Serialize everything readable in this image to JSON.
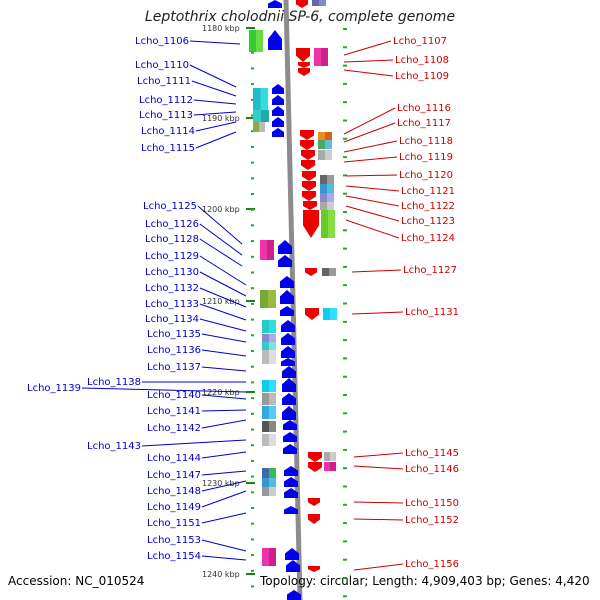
{
  "title": "Leptothrix cholodnii SP-6, complete genome",
  "footer": {
    "accession": "Accession: NC_010524",
    "topology": "Topology: circular; Length: 4,909,403 bp; Genes: 4,420"
  },
  "scale_labels": [
    "1180 kbp",
    "1190 kbp",
    "1200 kbp",
    "1210 kbp",
    "1220 kbp",
    "1230 kbp",
    "1240 kbp"
  ],
  "colors": {
    "forward_label": "#0000cc",
    "reverse_label": "#cc0000",
    "forward_arrow": "#0000ee",
    "reverse_arrow": "#ee0000",
    "backbone": "#8c8c8c"
  },
  "left_labels": [
    "Lcho_1106",
    "Lcho_1110",
    "Lcho_1111",
    "Lcho_1112",
    "Lcho_1113",
    "Lcho_1114",
    "Lcho_1115",
    "Lcho_1125",
    "Lcho_1126",
    "Lcho_1128",
    "Lcho_1129",
    "Lcho_1130",
    "Lcho_1132",
    "Lcho_1133",
    "Lcho_1134",
    "Lcho_1135",
    "Lcho_1136",
    "Lcho_1137",
    "Lcho_1138",
    "Lcho_1139",
    "Lcho_1140",
    "Lcho_1141",
    "Lcho_1142",
    "Lcho_1143",
    "Lcho_1144",
    "Lcho_1147",
    "Lcho_1148",
    "Lcho_1149",
    "Lcho_1151",
    "Lcho_1153",
    "Lcho_1154"
  ],
  "right_labels": [
    "Lcho_1107",
    "Lcho_1108",
    "Lcho_1109",
    "Lcho_1116",
    "Lcho_1117",
    "Lcho_1118",
    "Lcho_1119",
    "Lcho_1120",
    "Lcho_1121",
    "Lcho_1122",
    "Lcho_1123",
    "Lcho_1124",
    "Lcho_1127",
    "Lcho_1131",
    "Lcho_1145",
    "Lcho_1146",
    "Lcho_1150",
    "Lcho_1152",
    "Lcho_1156"
  ]
}
